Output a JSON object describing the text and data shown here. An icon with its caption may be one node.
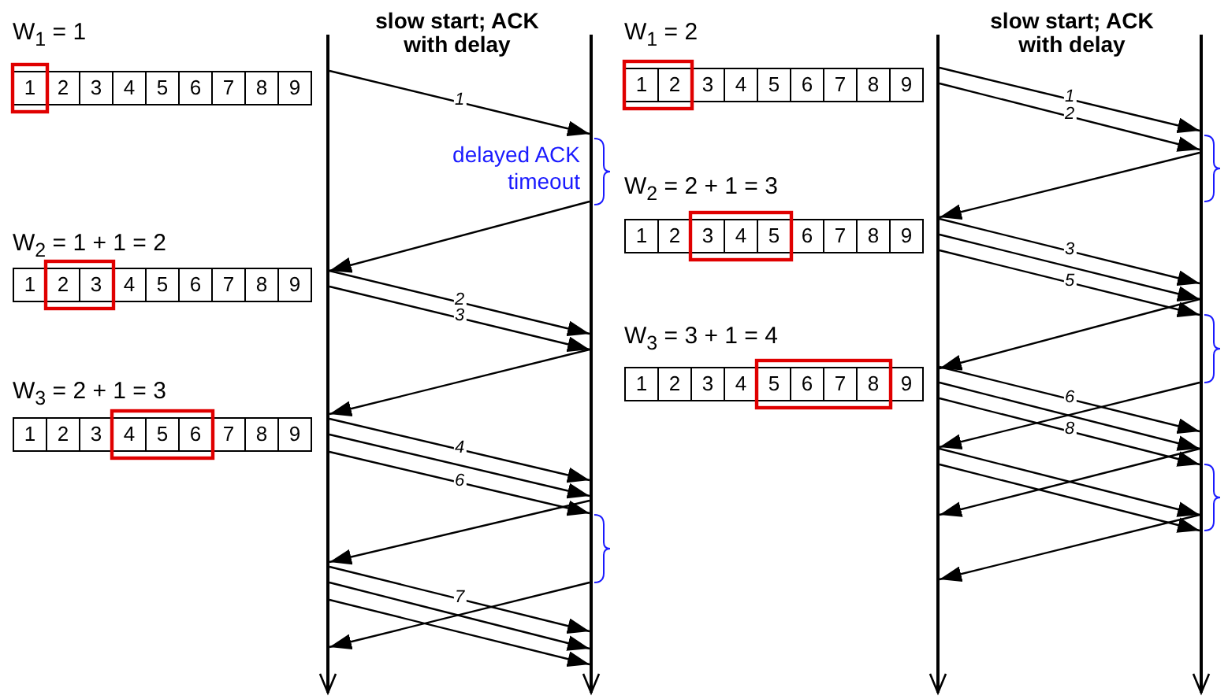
{
  "diagram": {
    "nodes": [
      {
        "text": [],
        "shape": "line"
      },
      {
        "text": [],
        "shape": "line"
      },
      {
        "text": [],
        "shape": "line"
      },
      {
        "text": [],
        "shape": "line"
      }
    ],
    "edges": [
      {
        "from": 0,
        "to": 1,
        "arrow": "to",
        "label": "1"
      },
      {
        "from": 1,
        "to": 0,
        "arrow": "to"
      },
      {
        "from": 0,
        "to": 1,
        "arrow": "to",
        "label": "2"
      },
      {
        "from": 0,
        "to": 1,
        "arrow": "to",
        "label": "3"
      },
      {
        "from": 1,
        "to": 0,
        "arrow": "to"
      },
      {
        "from": 0,
        "to": 1,
        "arrow": "to",
        "label": "4"
      },
      {
        "from": 0,
        "to": 1,
        "arrow": "to"
      },
      {
        "from": 0,
        "to": 1,
        "arrow": "to",
        "label": "6"
      },
      {
        "from": 1,
        "to": 0,
        "arrow": "to"
      },
      {
        "from": 1,
        "to": 0,
        "arrow": "to"
      },
      {
        "from": 0,
        "to": 1,
        "arrow": "to",
        "label": "7"
      },
      {
        "from": 0,
        "to": 1,
        "arrow": "to"
      },
      {
        "from": 0,
        "to": 1,
        "arrow": "to"
      },
      {
        "from": 2,
        "to": 3,
        "arrow": "to",
        "label": "1"
      },
      {
        "from": 2,
        "to": 3,
        "arrow": "to",
        "label": "2"
      },
      {
        "from": 3,
        "to": 2,
        "arrow": "to"
      },
      {
        "from": 2,
        "to": 3,
        "arrow": "to",
        "label": "3"
      },
      {
        "from": 2,
        "to": 3,
        "arrow": "to"
      },
      {
        "from": 2,
        "to": 3,
        "arrow": "to",
        "label": "5"
      },
      {
        "from": 3,
        "to": 2,
        "arrow": "to"
      },
      {
        "from": 2,
        "to": 3,
        "arrow": "to",
        "label": "6"
      },
      {
        "from": 2,
        "to": 3,
        "arrow": "to"
      },
      {
        "from": 2,
        "to": 3,
        "arrow": "to",
        "label": "8"
      },
      {
        "from": 3,
        "to": 2,
        "arrow": "to"
      },
      {
        "from": 3,
        "to": 2,
        "arrow": "to"
      },
      {
        "from": 2,
        "to": 3,
        "arrow": "to"
      },
      {
        "from": 2,
        "to": 3,
        "arrow": "to"
      },
      {
        "from": 3,
        "to": 2,
        "arrow": "to"
      }
    ],
    "labels": [
      "slow start; ACK with delay",
      "W$_{1}$ = 1",
      "1",
      "2",
      "3",
      "4",
      "5",
      "6",
      "7",
      "8",
      "9",
      "delayed ACK timeout",
      "W$_{2}$ = 1 + 1 = 2",
      "1",
      "2",
      "3",
      "4",
      "5",
      "6",
      "7",
      "8",
      "9",
      "W$_{3}$ = 2 + 1 = 3",
      "1",
      "2",
      "3",
      "4",
      "5",
      "6",
      "7",
      "8",
      "9",
      "slow start; ACK with delay",
      "W$_{1}$ = 2",
      "1",
      "2",
      "3",
      "4",
      "5",
      "6",
      "7",
      "8",
      "9",
      "W$_{2}$ = 2 + 1 = 3",
      "1",
      "2",
      "3",
      "4",
      "5",
      "6",
      "7",
      "8",
      "9",
      "W$_{3}$ = 3 + 1 = 4",
      "1",
      "2",
      "3",
      "4",
      "5",
      "6",
      "7",
      "8",
      "9"
    ]
  }
}
